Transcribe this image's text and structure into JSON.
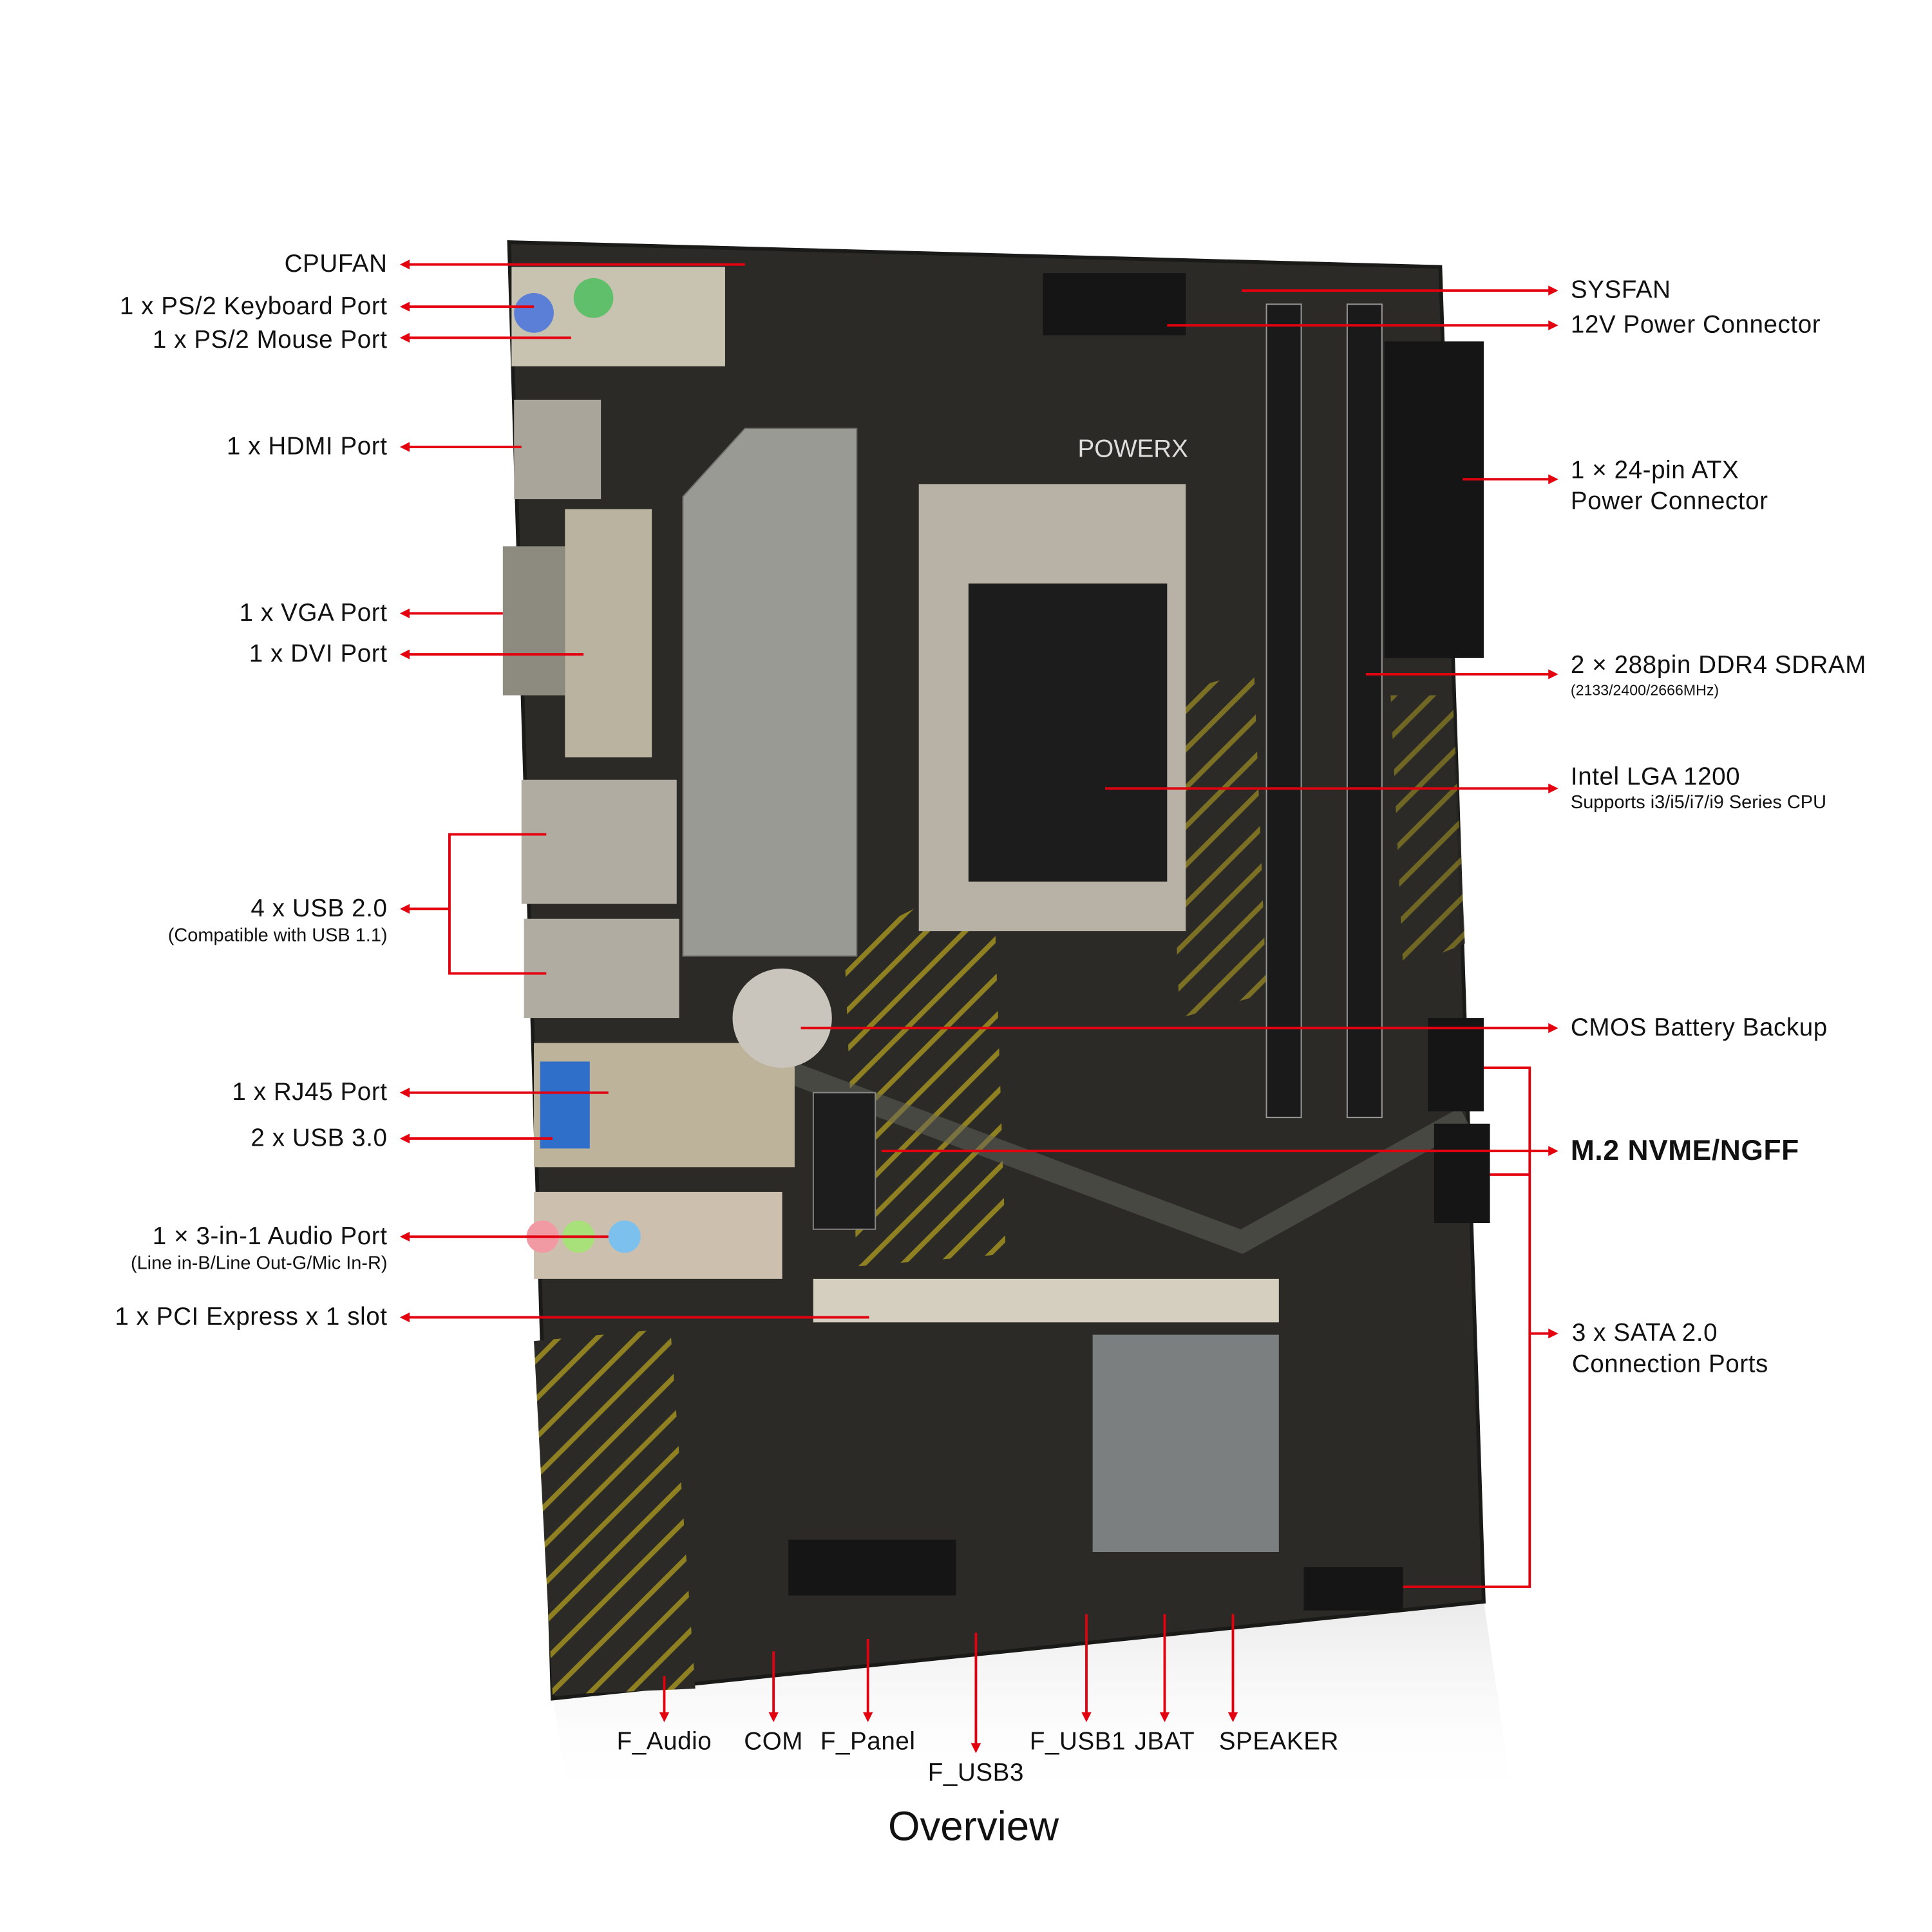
{
  "title": "Overview",
  "board_brand": "POWERX",
  "colors": {
    "arrow": "#e3000f",
    "board": "#2b2a27",
    "stripe": "#b5a22a",
    "heatsink": "#9a9a94"
  },
  "left_labels": [
    {
      "id": "cpufan",
      "text": "CPUFAN"
    },
    {
      "id": "ps2-keyboard",
      "text": "1 x PS/2 Keyboard Port"
    },
    {
      "id": "ps2-mouse",
      "text": "1 x PS/2 Mouse Port"
    },
    {
      "id": "hdmi",
      "text": "1 x HDMI Port"
    },
    {
      "id": "vga",
      "text": "1 x VGA Port"
    },
    {
      "id": "dvi",
      "text": "1 x DVI Port"
    },
    {
      "id": "usb2",
      "text": "4 x USB 2.0",
      "sub": "(Compatible with USB 1.1)"
    },
    {
      "id": "rj45",
      "text": "1 x RJ45 Port"
    },
    {
      "id": "usb3",
      "text": "2 x USB 3.0"
    },
    {
      "id": "audio",
      "text": "1 × 3-in-1 Audio Port",
      "sub": "(Line in-B/Line Out-G/Mic In-R)"
    },
    {
      "id": "pcie",
      "text": "1 x PCI Express x 1 slot"
    }
  ],
  "right_labels": [
    {
      "id": "sysfan",
      "text": "SYSFAN"
    },
    {
      "id": "12v",
      "text": "12V Power Connector"
    },
    {
      "id": "atx",
      "text": "1 × 24-pin ATX",
      "text2": "Power Connector"
    },
    {
      "id": "ddr4",
      "text": "2 × 288pin DDR4 SDRAM",
      "sub": "(2133/2400/2666MHz)"
    },
    {
      "id": "cpu",
      "text": "Intel LGA 1200",
      "sub": "Supports i3/i5/i7/i9 Series CPU"
    },
    {
      "id": "cmos",
      "text": "CMOS Battery Backup"
    },
    {
      "id": "m2",
      "text": "M.2 NVME/NGFF"
    },
    {
      "id": "sata",
      "text": "3 x SATA 2.0",
      "text2": "Connection Ports"
    }
  ],
  "bottom_labels": [
    {
      "id": "f-audio",
      "text": "F_Audio"
    },
    {
      "id": "com",
      "text": "COM"
    },
    {
      "id": "f-panel",
      "text": "F_Panel"
    },
    {
      "id": "f-usb3",
      "text": "F_USB3"
    },
    {
      "id": "f-usb1",
      "text": "F_USB1"
    },
    {
      "id": "jbat",
      "text": "JBAT"
    },
    {
      "id": "speaker",
      "text": "SPEAKER"
    }
  ]
}
